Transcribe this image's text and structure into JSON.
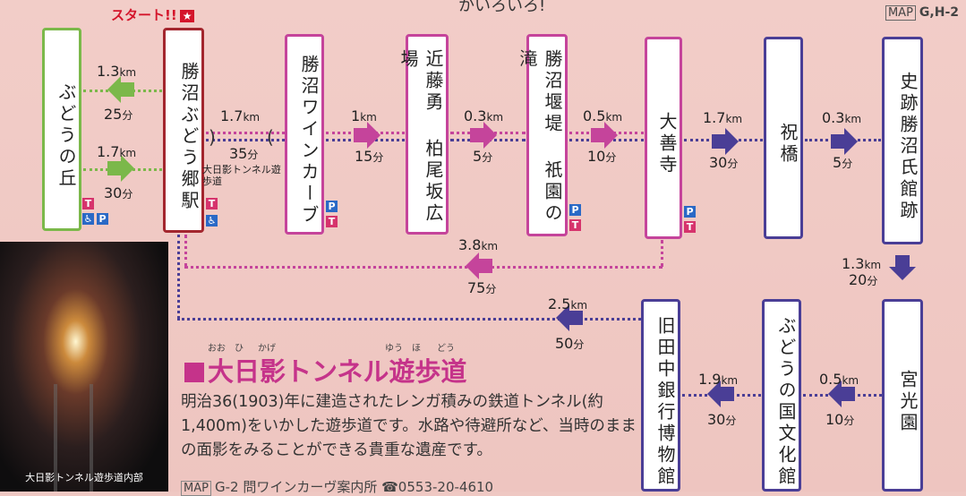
{
  "top_note": "かいろいろ!",
  "map_ref": {
    "tag": "MAP",
    "value": "G,H-2"
  },
  "start": {
    "label": "スタート!!",
    "star": "★"
  },
  "stations": [
    {
      "id": "budo-no-oka",
      "name": "ぶどうの丘"
    },
    {
      "id": "katsunuma-budokyo",
      "name": "勝沼ぶどう郷駅"
    },
    {
      "id": "katsunuma-wine-curve",
      "name": "勝沼ワインカーブ"
    },
    {
      "id": "kondo-isami",
      "name": "近藤勇 柏尾坂広場"
    },
    {
      "id": "katsunuma-entei",
      "name": "勝沼堰堤 祇園の滝"
    },
    {
      "id": "daizenji",
      "name": "大善寺"
    },
    {
      "id": "iwaibashi",
      "name": "祝橋"
    },
    {
      "id": "katsunuma-shikan",
      "name": "史跡勝沼氏館跡"
    },
    {
      "id": "kyukoen",
      "name": "宮光園"
    },
    {
      "id": "budo-no-kuni",
      "name": "ぶどうの国文化館"
    },
    {
      "id": "kyu-tanaka",
      "name": "旧田中銀行博物館"
    }
  ],
  "segments": [
    {
      "km": "1.3",
      "min": "25"
    },
    {
      "km": "1.7",
      "min": "30"
    },
    {
      "km": "1.7",
      "min": "35"
    },
    {
      "km": "1",
      "min": "15"
    },
    {
      "km": "0.3",
      "min": "5"
    },
    {
      "km": "0.5",
      "min": "10"
    },
    {
      "km": "1.7",
      "min": "30"
    },
    {
      "km": "0.3",
      "min": "5"
    },
    {
      "km": "3.8",
      "min": "75"
    },
    {
      "km": "1.3",
      "min": "20"
    },
    {
      "km": "0.5",
      "min": "10"
    },
    {
      "km": "1.9",
      "min": "30"
    },
    {
      "km": "2.5",
      "min": "50"
    }
  ],
  "units": {
    "km": "km",
    "min": "分"
  },
  "tunnel_note": "大日影トンネル遊歩道",
  "icons": {
    "parking": "P",
    "toilet": "🚻",
    "wheelchair": "♿"
  },
  "colors": {
    "green": "#7bb84a",
    "red": "#a3262e",
    "magenta": "#c5449b",
    "blue": "#4a3e96",
    "bg": "#efc8c3"
  },
  "article": {
    "title": "大日影トンネル遊歩道",
    "ruby": [
      "おお",
      "ひ",
      "かげ",
      "ゆう",
      "ほ",
      "どう"
    ],
    "desc": "明治36(1903)年に建造されたレンガ積みの鉄道トンネル(約1,400m)をいかした遊歩道です。水路や待避所など、当時のままの面影をみることができる貴重な遺産です。",
    "footer_map": "MAP",
    "footer_ref": "G-2",
    "footer_info": "問ワインカーヴ案内所",
    "footer_tel": "☎0553-20-4610"
  },
  "photo_caption": "大日影トンネル遊歩道内部"
}
